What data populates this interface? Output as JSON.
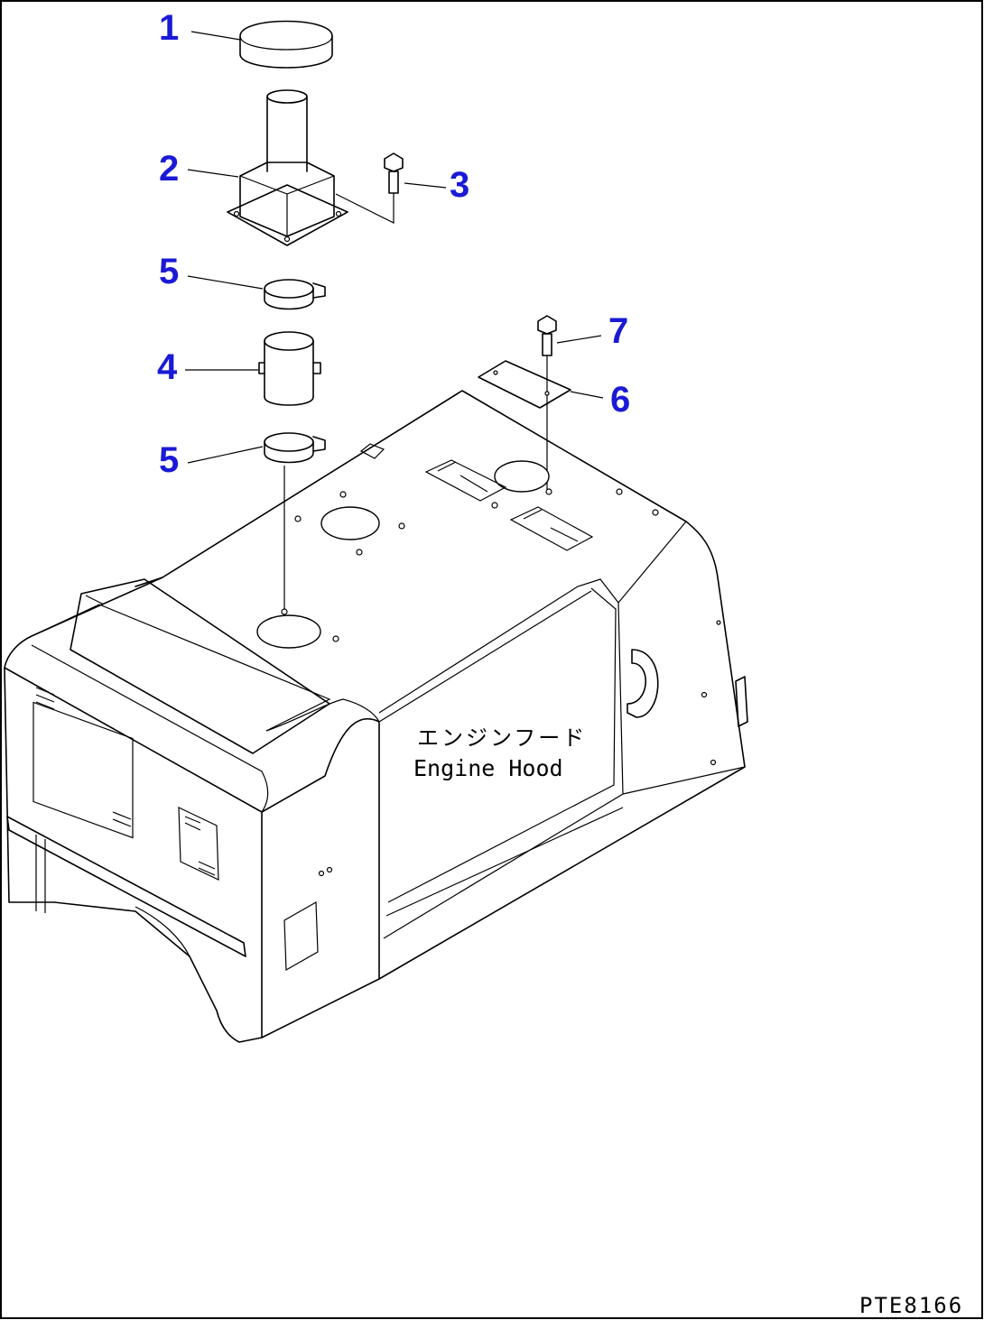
{
  "callouts": [
    {
      "id": "1",
      "text": "1"
    },
    {
      "id": "2",
      "text": "2"
    },
    {
      "id": "3",
      "text": "3"
    },
    {
      "id": "5a",
      "text": "5"
    },
    {
      "id": "4",
      "text": "4"
    },
    {
      "id": "5b",
      "text": "5"
    },
    {
      "id": "6",
      "text": "6"
    },
    {
      "id": "7",
      "text": "7"
    }
  ],
  "hood_label": {
    "japanese": "エンジンフード",
    "english": "Engine Hood"
  },
  "drawing_code": "PTE8166",
  "colors": {
    "callout": "#1a1ad6",
    "line": "#000000",
    "background": "#ffffff"
  }
}
